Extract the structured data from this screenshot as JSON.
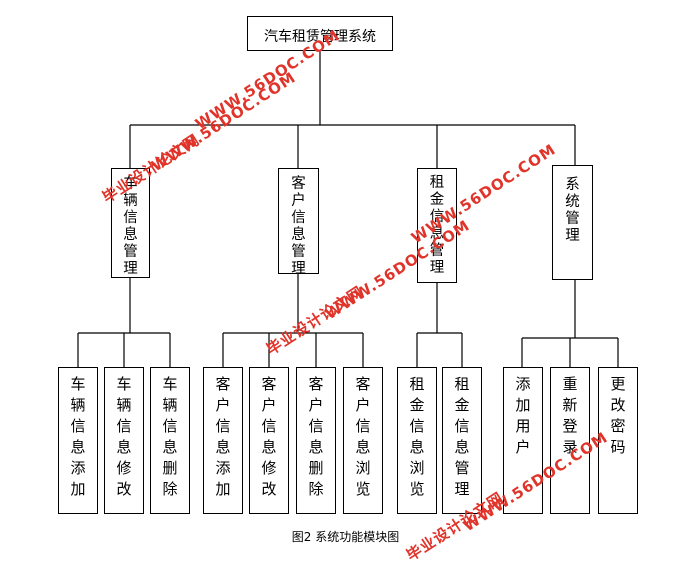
{
  "root": {
    "label": "汽车租赁管理系统"
  },
  "modules": [
    {
      "label": "车辆信息管理",
      "children": [
        "车辆信息添加",
        "车辆信息修改",
        "车辆信息删除"
      ]
    },
    {
      "label": "客户信息管理",
      "children": [
        "客户信息添加",
        "客户信息修改",
        "客户信息删除",
        "客户信息浏览"
      ]
    },
    {
      "label": "租金信息管理",
      "children": [
        "租金信息浏览",
        "租金信息管理"
      ]
    },
    {
      "label": "系统管理",
      "children": [
        "添加用户",
        "重新登录",
        "更改密码"
      ]
    }
  ],
  "caption": "图2  系统功能模块图",
  "watermark": {
    "line1": "毕业设计论文网",
    "line2": "WWW.56DOC.COM",
    "color": "#e0342a"
  }
}
